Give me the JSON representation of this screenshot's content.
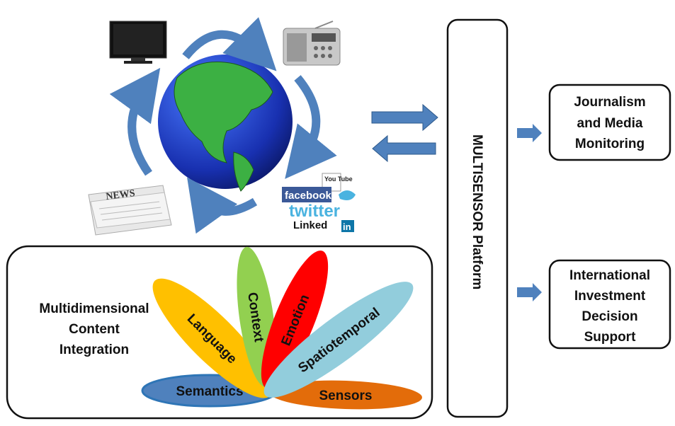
{
  "media_sources": {
    "tv": "tv-icon",
    "radio": "radio-icon",
    "newspaper": {
      "icon": "newspaper-icon",
      "masthead": "NEWS"
    },
    "social": {
      "youtube": "You Tube",
      "facebook": "facebook",
      "twitter": "twitter",
      "linkedin": "Linked",
      "linkedin_in": "in"
    }
  },
  "platform": {
    "label": "MULTISENSOR Platform"
  },
  "outputs": [
    {
      "lines": [
        "Journalism",
        "and Media",
        "Monitoring"
      ]
    },
    {
      "lines": [
        "International",
        "Investment",
        "Decision",
        "Support"
      ]
    }
  ],
  "integration": {
    "title_lines": [
      "Multidimensional",
      "Content",
      "Integration"
    ],
    "petals": [
      {
        "label": "Semantics",
        "color": "#4f81bd"
      },
      {
        "label": "Sensors",
        "color": "#e36c0a"
      },
      {
        "label": "Language",
        "color": "#ffc000"
      },
      {
        "label": "Context",
        "color": "#92d050"
      },
      {
        "label": "Emotion",
        "color": "#ff0000"
      },
      {
        "label": "Spatiotemporal",
        "color": "#92cddc"
      }
    ]
  },
  "colors": {
    "arrow": "#4f81bd",
    "ocean": "#1f3fbf",
    "land": "#3cb043"
  }
}
